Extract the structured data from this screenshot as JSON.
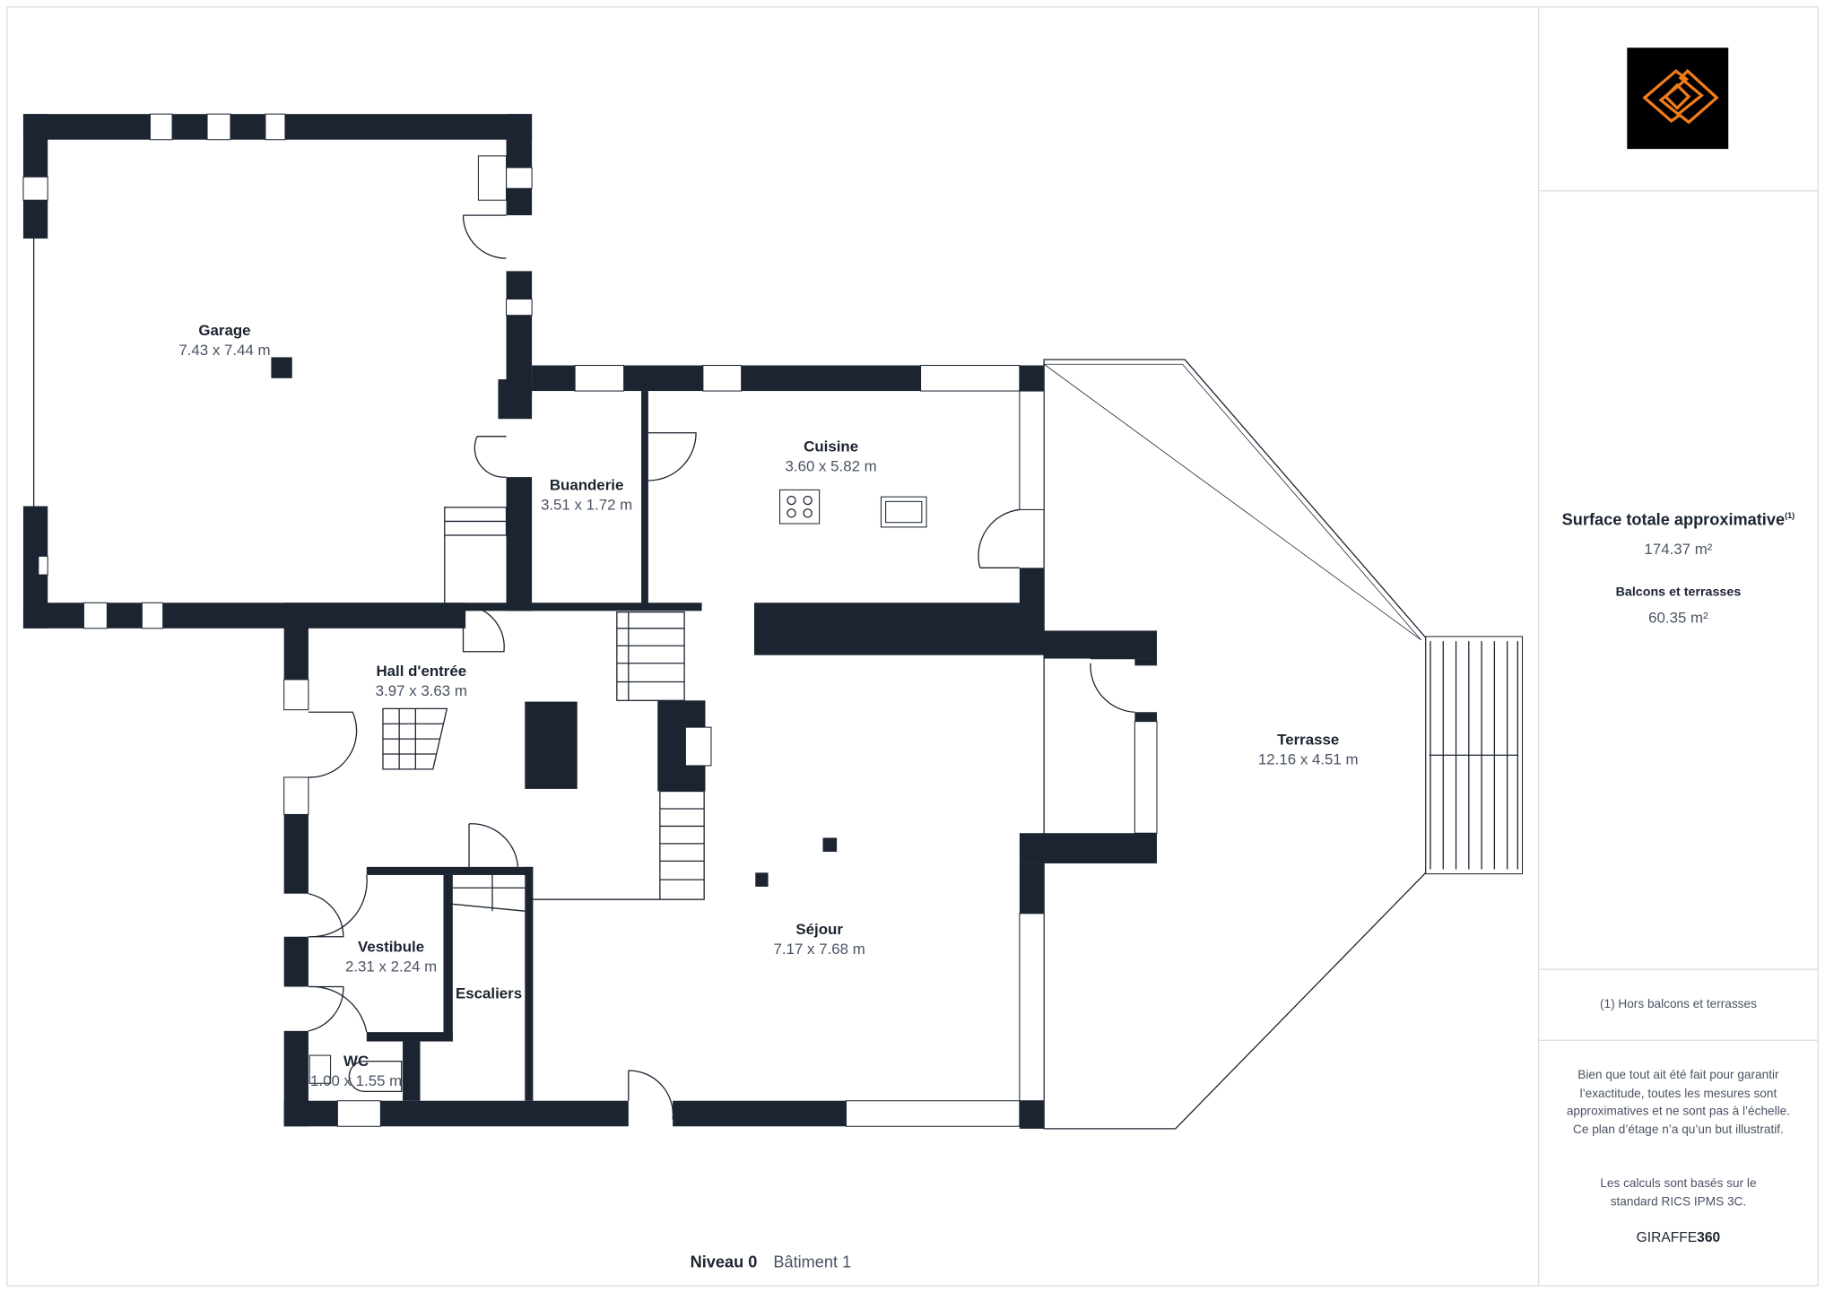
{
  "plan": {
    "level": "Niveau 0",
    "building": "Bâtiment 1",
    "rooms": [
      {
        "name": "Garage",
        "dims": "7.43 x 7.44 m"
      },
      {
        "name": "Buanderie",
        "dims": "3.51 x 1.72 m"
      },
      {
        "name": "Cuisine",
        "dims": "3.60 x 5.82 m"
      },
      {
        "name": "Hall d'entrée",
        "dims": "3.97 x 3.63 m"
      },
      {
        "name": "Terrasse",
        "dims": "12.16 x 4.51 m"
      },
      {
        "name": "Séjour",
        "dims": "7.17 x 7.68 m"
      },
      {
        "name": "Vestibule",
        "dims": "2.31 x 2.24 m"
      },
      {
        "name": "Escaliers"
      },
      {
        "name": "WC",
        "dims": "1.00 x 1.55 m"
      }
    ]
  },
  "panel": {
    "logo": "orange-diamond-logo",
    "total_label": "Surface totale approximative",
    "total_sup": "(1)",
    "total_value": "174.37 m²",
    "balcony_label": "Balcons et terrasses",
    "balcony_value": "60.35 m²",
    "footnote": "(1) Hors balcons et terrasses",
    "disclaimer": "Bien que tout ait été fait pour garantir l’exactitude, toutes les mesures sont approximatives et ne sont pas à l’échelle. Ce plan d’étage n’a qu’un but illustratif.",
    "standard": "Les calculs sont basés sur le standard RICS IPMS 3C.",
    "brand_a": "GIRAFFE",
    "brand_b": "360"
  },
  "colors": {
    "wall": "#1b2430",
    "accent": "#f07d1a"
  }
}
